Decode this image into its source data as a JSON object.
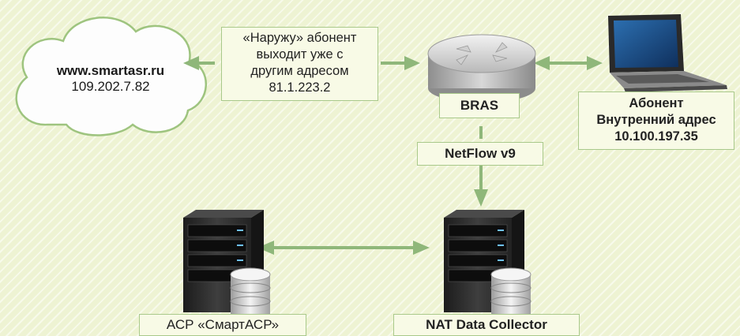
{
  "cloud": {
    "host": "www.smartasr.ru",
    "ip": "109.202.7.82"
  },
  "nat_note": {
    "lines": [
      "«Наружу» абонент",
      "выходит уже с",
      "другим адресом",
      "81.1.223.2"
    ]
  },
  "bras": {
    "label": "BRAS"
  },
  "subscriber": {
    "title": "Абонент",
    "subtitle": "Внутренний адрес",
    "ip": "10.100.197.35"
  },
  "netflow": {
    "label": "NetFlow v9"
  },
  "billing": {
    "label": "АСР «СмартАСР»"
  },
  "collector": {
    "label": "NAT Data Collector"
  },
  "colors": {
    "arrow": "#8fb77a",
    "label_border": "#a9c98b",
    "label_bg": "#f8fae6",
    "background": "#eef3d3"
  }
}
